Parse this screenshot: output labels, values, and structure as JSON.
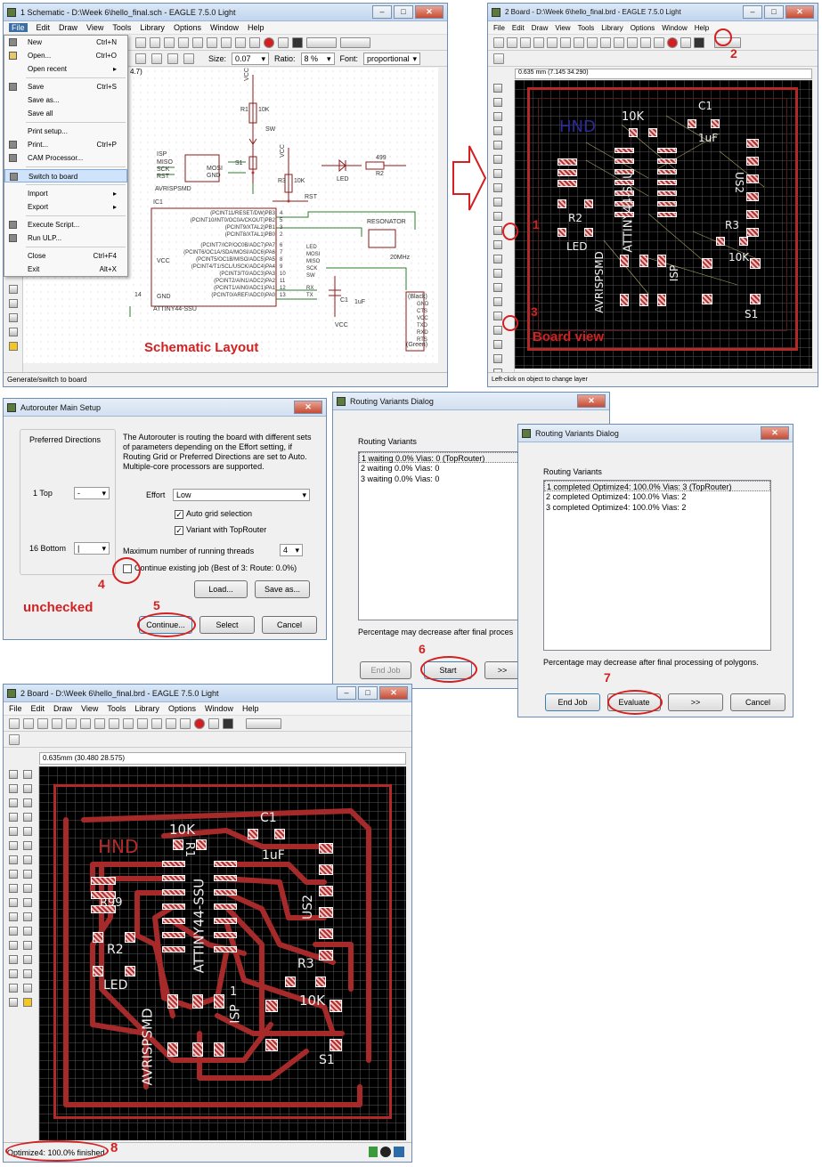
{
  "schematic": {
    "title": "1 Schematic - D:\\Week 6\\hello_final.sch - EAGLE 7.5.0 Light",
    "menu": [
      "File",
      "Edit",
      "Draw",
      "View",
      "Tools",
      "Library",
      "Options",
      "Window",
      "Help"
    ],
    "size_label": "Size:",
    "size_value": "0.07",
    "ratio_label": "Ratio:",
    "ratio_value": "8 %",
    "font_label": "Font:",
    "font_value": "proportional",
    "coord": "4.7)",
    "file_menu": [
      {
        "label": "New",
        "shortcut": "Ctrl+N"
      },
      {
        "label": "Open...",
        "shortcut": "Ctrl+O"
      },
      {
        "label": "Open recent",
        "shortcut": "▸"
      },
      {
        "label": "Save",
        "shortcut": "Ctrl+S"
      },
      {
        "label": "Save as...",
        "shortcut": ""
      },
      {
        "label": "Save all",
        "shortcut": ""
      },
      {
        "label": "Print setup...",
        "shortcut": ""
      },
      {
        "label": "Print...",
        "shortcut": "Ctrl+P"
      },
      {
        "label": "CAM Processor...",
        "shortcut": ""
      },
      {
        "label": "Switch to board",
        "shortcut": ""
      },
      {
        "label": "Import",
        "shortcut": "▸"
      },
      {
        "label": "Export",
        "shortcut": "▸"
      },
      {
        "label": "Execute Script...",
        "shortcut": ""
      },
      {
        "label": "Run ULP...",
        "shortcut": ""
      },
      {
        "label": "Close",
        "shortcut": "Ctrl+F4"
      },
      {
        "label": "Exit",
        "shortcut": "Alt+X"
      }
    ],
    "status": "Generate/switch to board",
    "annotation": "Schematic Layout",
    "parts": {
      "isp": "ISP",
      "miso": "MISO",
      "mosi": "MOSI",
      "sck": "SCK",
      "rst": "RST",
      "gnd": "GND",
      "vcc": "VCC",
      "avrispsmd": "AVRISPSMD",
      "ic1": "IC1",
      "attiny": "ATTINY44-SSU",
      "resonator": "RESONATOR",
      "mhz": "20MHz",
      "led": "LED",
      "r2": "R2",
      "r2val": "499",
      "r3": "R3",
      "r3val": "10K",
      "s1": "S1",
      "sw": "SW",
      "r1": "R1",
      "r1val": "10K",
      "c1": "C1",
      "c1val": "1uF",
      "black": "(Black)",
      "green": "(Green)",
      "ftdi": [
        "GND",
        "CTS",
        "VCC",
        "TXD",
        "RXD",
        "RTS"
      ],
      "pins_left": [
        "(PCINT11/RESET/DW)PB3",
        "(PCINT10/INT0/OC0A/CKOUT)PB2",
        "(PCINT9/XTAL2)PB1",
        "(PCINT8/XTAL1)PB0",
        "(PCINT7/ICP/OC0B/ADC7)PA7",
        "(PCINT6/OC1A/SDA/MOSI/ADC6)PA6",
        "(PCINT5/OC1B/MISO/ADC5)PA5",
        "(PCINT4/T1/SCL/USCK/ADC4)PA4",
        "(PCINT3/T0/ADC3)PA3",
        "(PCINT2/AIN1/ADC2)PA2",
        "(PCINT1/AIN0/ADC1)PA1",
        "(PCINT0/AREF/ADC0)PA0"
      ],
      "pin_nums": [
        "4",
        "5",
        "3",
        "2",
        "6",
        "7",
        "8",
        "9",
        "10",
        "11",
        "12",
        "13"
      ],
      "net_labels": [
        "LED",
        "MOSI",
        "MISO",
        "SCK",
        "SW",
        "RX",
        "TX"
      ],
      "pin14": "14"
    }
  },
  "board_top": {
    "title": "2 Board - D:\\Week 6\\hello_final.brd - EAGLE 7.5.0 Light",
    "menu": [
      "File",
      "Edit",
      "Draw",
      "View",
      "Tools",
      "Library",
      "Options",
      "Window",
      "Help"
    ],
    "coord": "0.635 mm (7.145 34.290)",
    "status": "Left-click on object to change layer",
    "annotation": "Board view",
    "markers": [
      "1",
      "2",
      "3"
    ]
  },
  "autorouter": {
    "title": "Autorouter Main Setup",
    "preferred_directions": "Preferred Directions",
    "layer1": "1 Top",
    "layer1_val": "-",
    "layer16": "16 Bottom",
    "layer16_val": "|",
    "description": "The Autorouter is routing the board with different sets of parameters depending on the Effort setting, if Routing Grid or Preferred Directions are set to Auto. Multiple-core processors are supported.",
    "effort_label": "Effort",
    "effort_value": "Low",
    "auto_grid": "Auto grid selection",
    "variant_toprouter": "Variant with TopRouter",
    "max_threads": "Maximum number of running threads",
    "threads_value": "4",
    "continue_job": "Continue existing job (Best of 3: Route: 0.0%)",
    "load": "Load...",
    "save_as": "Save as...",
    "continue": "Continue...",
    "select": "Select",
    "cancel": "Cancel",
    "marker4": "4",
    "marker5": "5",
    "unchecked": "unchecked"
  },
  "routing1": {
    "title": "Routing Variants Dialog",
    "heading": "Routing Variants",
    "rows": [
      "1 waiting  0.0% Vias: 0 (TopRouter)",
      "2 waiting  0.0% Vias: 0",
      "3 waiting  0.0% Vias: 0"
    ],
    "footnote": "Percentage may decrease after final proces",
    "end_job": "End Job",
    "start": "Start",
    "more": ">>",
    "marker6": "6"
  },
  "routing2": {
    "title": "Routing Variants Dialog",
    "heading": "Routing Variants",
    "rows": [
      "1 completed Optimize4: 100.0% Vias: 3 (TopRouter)",
      "2 completed Optimize4: 100.0% Vias: 2",
      "3 completed Optimize4: 100.0% Vias: 2"
    ],
    "footnote": "Percentage may decrease after final processing of polygons.",
    "end_job": "End Job",
    "evaluate": "Evaluate",
    "more": ">>",
    "cancel": "Cancel",
    "marker7": "7"
  },
  "board_bottom": {
    "title": "2 Board - D:\\Week 6\\hello_final.brd - EAGLE 7.5.0 Light",
    "menu": [
      "File",
      "Edit",
      "Draw",
      "View",
      "Tools",
      "Library",
      "Options",
      "Window",
      "Help"
    ],
    "coord": "0.635mm (30.480 28.575)",
    "status": "Optimize4: 100.0% finished",
    "marker8": "8"
  },
  "board_labels": {
    "hnd": "HND",
    "r1val": "10K",
    "r1": "R1",
    "c1": "C1",
    "c1val": "1uF",
    "attiny": "ATTINY44-SSU",
    "us2": "US2",
    "r2": "R2",
    "led": "LED",
    "r3": "R3",
    "r3val": "10K",
    "avrispsmd": "AVRISPSMD",
    "isp": "ISP",
    "isp1": "1",
    "s1": "S1",
    "r99": "R99"
  },
  "colors": {
    "annotation": "#d42020",
    "board_outline": "#b52828",
    "pad": "#e9a0a0",
    "schem_wire": "#8b1a1a",
    "net": "#2e7d2e"
  }
}
